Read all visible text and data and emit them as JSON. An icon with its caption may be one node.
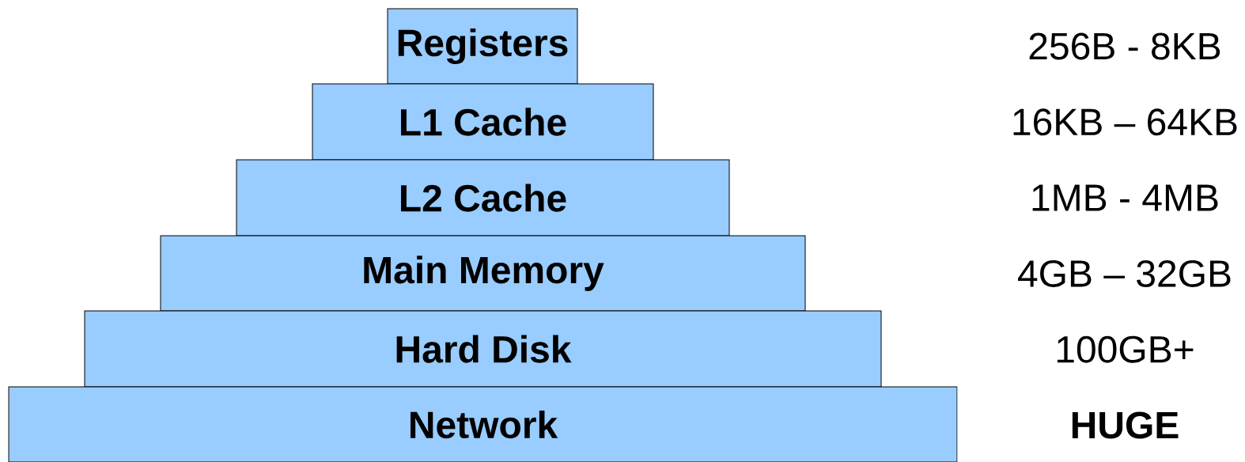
{
  "diagram": {
    "nodes": [
      {
        "text": [
          "Registers"
        ]
      },
      {
        "text": [
          "L1 Cache"
        ]
      },
      {
        "text": [
          "L2 Cache"
        ]
      },
      {
        "text": [
          "Main Memory"
        ]
      },
      {
        "text": [
          "Hard Disk"
        ]
      },
      {
        "text": [
          "Network"
        ]
      }
    ],
    "labels": [
      "256B - 8KB",
      "16KB – 64KB",
      "1MB - 4MB",
      "4GB – 32GB",
      "100GB+",
      "HUGE"
    ]
  }
}
